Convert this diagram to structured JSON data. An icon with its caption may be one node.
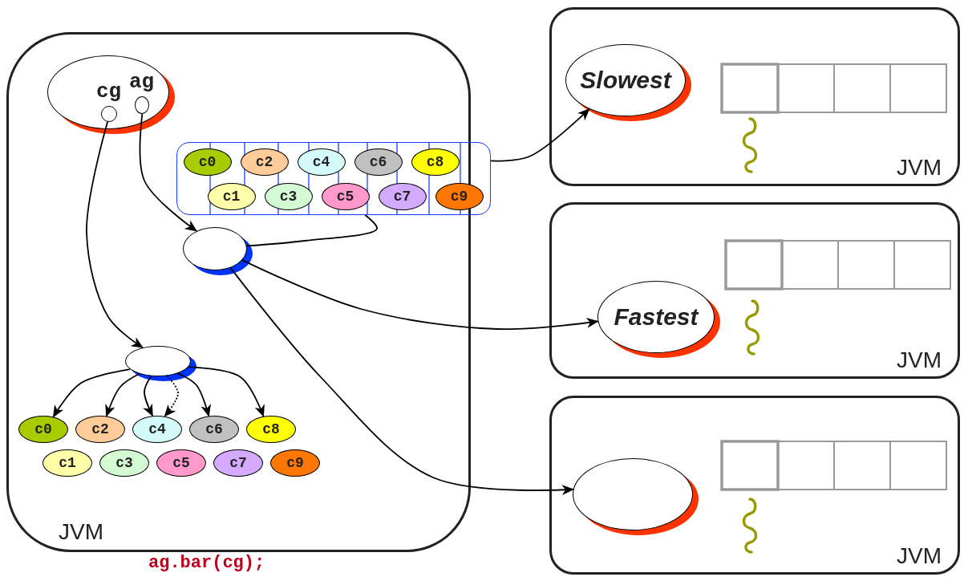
{
  "diagram": {
    "nodes": [
      {
        "text": [
          "JVM"
        ]
      },
      {
        "text": [],
        "shape": "ellipse",
        "in": 0
      },
      {
        "text": [
          "cg"
        ],
        "in": 1
      },
      {
        "text": [
          "ag"
        ],
        "in": 1
      },
      {
        "text": [],
        "shape": "box",
        "in": 0
      },
      {
        "text": [
          "c0"
        ],
        "in": 4
      },
      {
        "text": [
          "c2"
        ],
        "in": 4
      },
      {
        "text": [
          "c4"
        ],
        "in": 4
      },
      {
        "text": [
          "c6"
        ],
        "in": 4
      },
      {
        "text": [
          "c8"
        ],
        "in": 4
      },
      {
        "text": [
          "c1"
        ],
        "in": 4
      },
      {
        "text": [
          "c3"
        ],
        "in": 4
      },
      {
        "text": [
          "c5"
        ],
        "in": 4
      },
      {
        "text": [
          "c7"
        ],
        "in": 4
      },
      {
        "text": [
          "c9"
        ],
        "in": 4
      },
      {
        "text": [],
        "shape": "ellipse",
        "in": 0
      },
      {
        "text": [],
        "shape": "ellipse",
        "in": 0
      },
      {
        "text": [
          "c0"
        ],
        "in": 0
      },
      {
        "text": [
          "c2"
        ],
        "in": 0
      },
      {
        "text": [
          "c4"
        ],
        "in": 0
      },
      {
        "text": [
          "c6"
        ],
        "in": 0
      },
      {
        "text": [
          "c8"
        ],
        "in": 0
      },
      {
        "text": [
          "c1"
        ],
        "in": 0
      },
      {
        "text": [
          "c3"
        ],
        "in": 0
      },
      {
        "text": [
          "c5"
        ],
        "in": 0
      },
      {
        "text": [
          "c7"
        ],
        "in": 0
      },
      {
        "text": [
          "c9"
        ],
        "in": 0
      },
      {
        "text": [
          "JVM"
        ]
      },
      {
        "text": [
          "Slowest"
        ],
        "in": 27
      },
      {
        "text": [
          "JVM"
        ]
      },
      {
        "text": [
          "Fastest"
        ],
        "in": 29
      },
      {
        "text": [
          "JVM"
        ]
      },
      {
        "text": [],
        "shape": "ellipse",
        "in": 31
      }
    ],
    "edges": [
      {
        "from": 2,
        "to": 16,
        "arrow": "to"
      },
      {
        "from": 3,
        "to": 15,
        "arrow": "to"
      },
      {
        "from": 4,
        "to": 15,
        "arrow": "none"
      },
      {
        "from": 4,
        "to": 28,
        "arrow": "to"
      },
      {
        "from": 15,
        "to": 30,
        "arrow": "to"
      },
      {
        "from": 15,
        "to": 32,
        "arrow": "to"
      },
      {
        "from": 16,
        "to": 17,
        "arrow": "to"
      },
      {
        "from": 16,
        "to": 18,
        "arrow": "to"
      },
      {
        "from": 16,
        "to": 19,
        "arrow": "to"
      },
      {
        "from": 16,
        "to": 19,
        "arrow": "to",
        "style": "dashed"
      },
      {
        "from": 16,
        "to": 20,
        "arrow": "to"
      },
      {
        "from": 16,
        "to": 21,
        "arrow": "to"
      }
    ],
    "labels": [
      "ag.bar(cg);"
    ]
  }
}
